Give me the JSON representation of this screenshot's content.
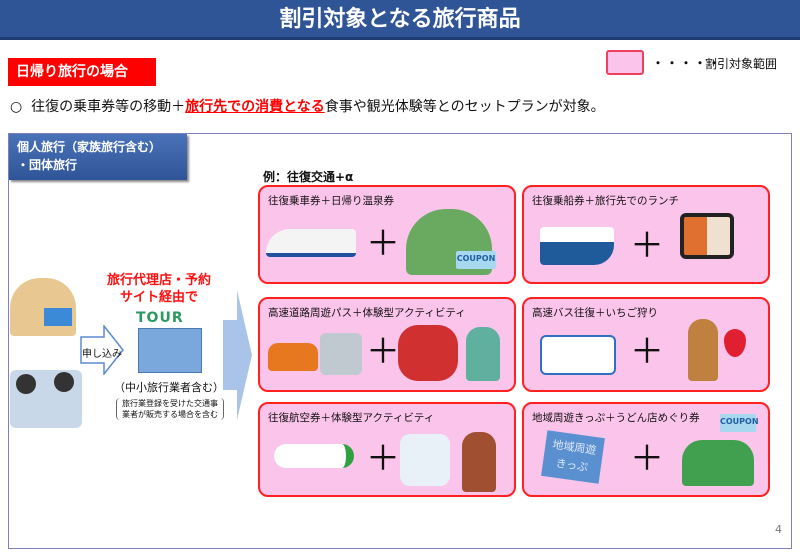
{
  "title": "割引対象となる旅行商品",
  "case_label": "日帰り旅行の場合",
  "legend": {
    "dots": "・・・・・",
    "text": "割引対象範囲",
    "swatch_color": "#fbc4ea",
    "border_color": "#ff2020"
  },
  "description": {
    "bullet": "○",
    "before": "往復の乗車券等の移動＋",
    "highlight": "旅行先での消費となる",
    "after": "食事や観光体験等とのセットプランが対象。"
  },
  "group_tab": {
    "line1": "個人旅行（家族旅行含む）",
    "line2": "・団体旅行"
  },
  "flow": {
    "apply_label": "申し込み",
    "agency_title": "旅行代理店・予約サイト経由で",
    "tour_logo": "TOUR",
    "small_agency": "（中小旅行業者含む）",
    "note": "旅行業登録を受けた交通事業者が販売する場合を含む"
  },
  "example_label": "例：往復交通+α",
  "cards": [
    {
      "title": "往復乗車券＋日帰り温泉券",
      "coupon": "COUPON"
    },
    {
      "title": "往復乗船券＋旅行先でのランチ"
    },
    {
      "title": "高速道路周遊パス＋体験型アクティビティ"
    },
    {
      "title": "高速バス往復＋いちご狩り"
    },
    {
      "title": "往復航空券＋体験型アクティビティ"
    },
    {
      "title": "地域周遊きっぷ＋うどん店めぐり券",
      "ticket": "地域周遊きっぷ",
      "coupon": "COUPON"
    }
  ],
  "plus": "＋",
  "page_number": "4"
}
